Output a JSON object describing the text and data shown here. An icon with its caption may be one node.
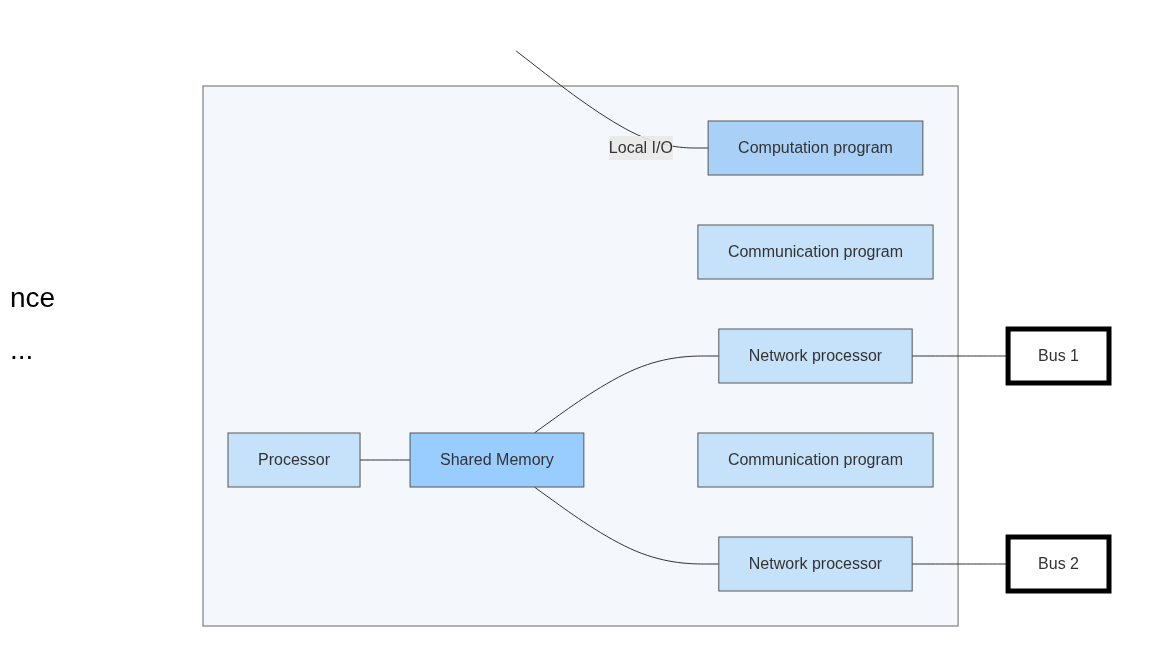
{
  "diagram": {
    "nodes": [
      {
        "text": [],
        "shape": "box"
      },
      {
        "text": [
          "Computation program"
        ],
        "in": 0
      },
      {
        "text": [
          "Processor"
        ],
        "in": 0
      },
      {
        "text": [
          "Shared Memory"
        ],
        "in": 0
      },
      {
        "text": [
          "Communication program"
        ],
        "in": 0
      },
      {
        "text": [
          "Network processor"
        ],
        "in": 0
      },
      {
        "text": [
          "Communication program"
        ],
        "in": 0
      },
      {
        "text": [
          "Network processor"
        ],
        "in": 0
      },
      {
        "text": [
          "Bus 1"
        ]
      },
      {
        "text": [
          "Bus 2"
        ]
      }
    ],
    "edges": [
      {
        "from": null,
        "to": 1,
        "arrow": "none",
        "label": "Local I/O"
      },
      {
        "from": 2,
        "to": 3,
        "arrow": "none"
      },
      {
        "from": 3,
        "to": 5,
        "arrow": "none"
      },
      {
        "from": 3,
        "to": 7,
        "arrow": "none"
      },
      {
        "from": 5,
        "to": 8,
        "arrow": "none"
      },
      {
        "from": 7,
        "to": 9,
        "arrow": "none"
      }
    ],
    "labels": [
      "nce",
      "..."
    ]
  }
}
